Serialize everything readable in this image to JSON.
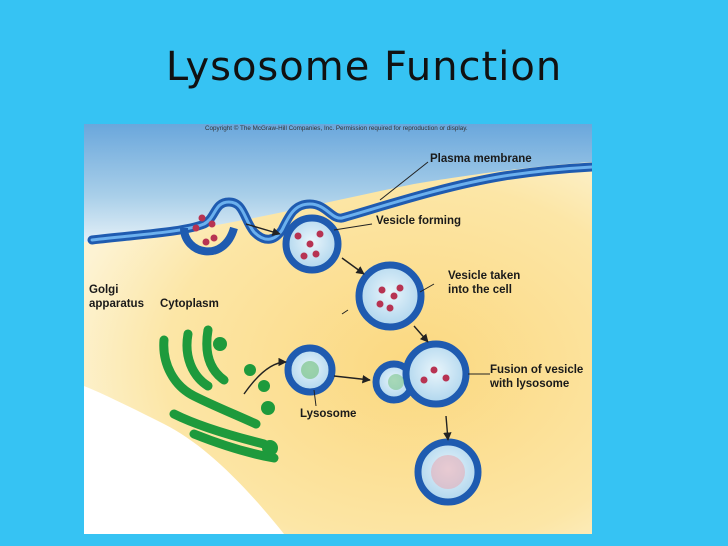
{
  "slide": {
    "title": "Lysosome Function"
  },
  "figure": {
    "copyright": "Copyright © The McGraw-Hill Companies, Inc. Permission required for reproduction or display.",
    "labels": {
      "plasma_membrane": "Plasma membrane",
      "vesicle_forming": "Vesicle forming",
      "vesicle_taken_line1": "Vesicle taken",
      "vesicle_taken_line2": "into the cell",
      "golgi_line1": "Golgi",
      "golgi_line2": "apparatus",
      "cytoplasm": "Cytoplasm",
      "fusion_line1": "Fusion of vesicle",
      "fusion_line2": "with lysosome",
      "lysosome": "Lysosome"
    },
    "colors": {
      "background": "#36c3f3",
      "extracellular": "#7fb3e0",
      "cytoplasm": "#fbe3a0",
      "membrane": "#2a6fc6",
      "golgi": "#1e9a3c",
      "particles": "#b73352"
    }
  }
}
